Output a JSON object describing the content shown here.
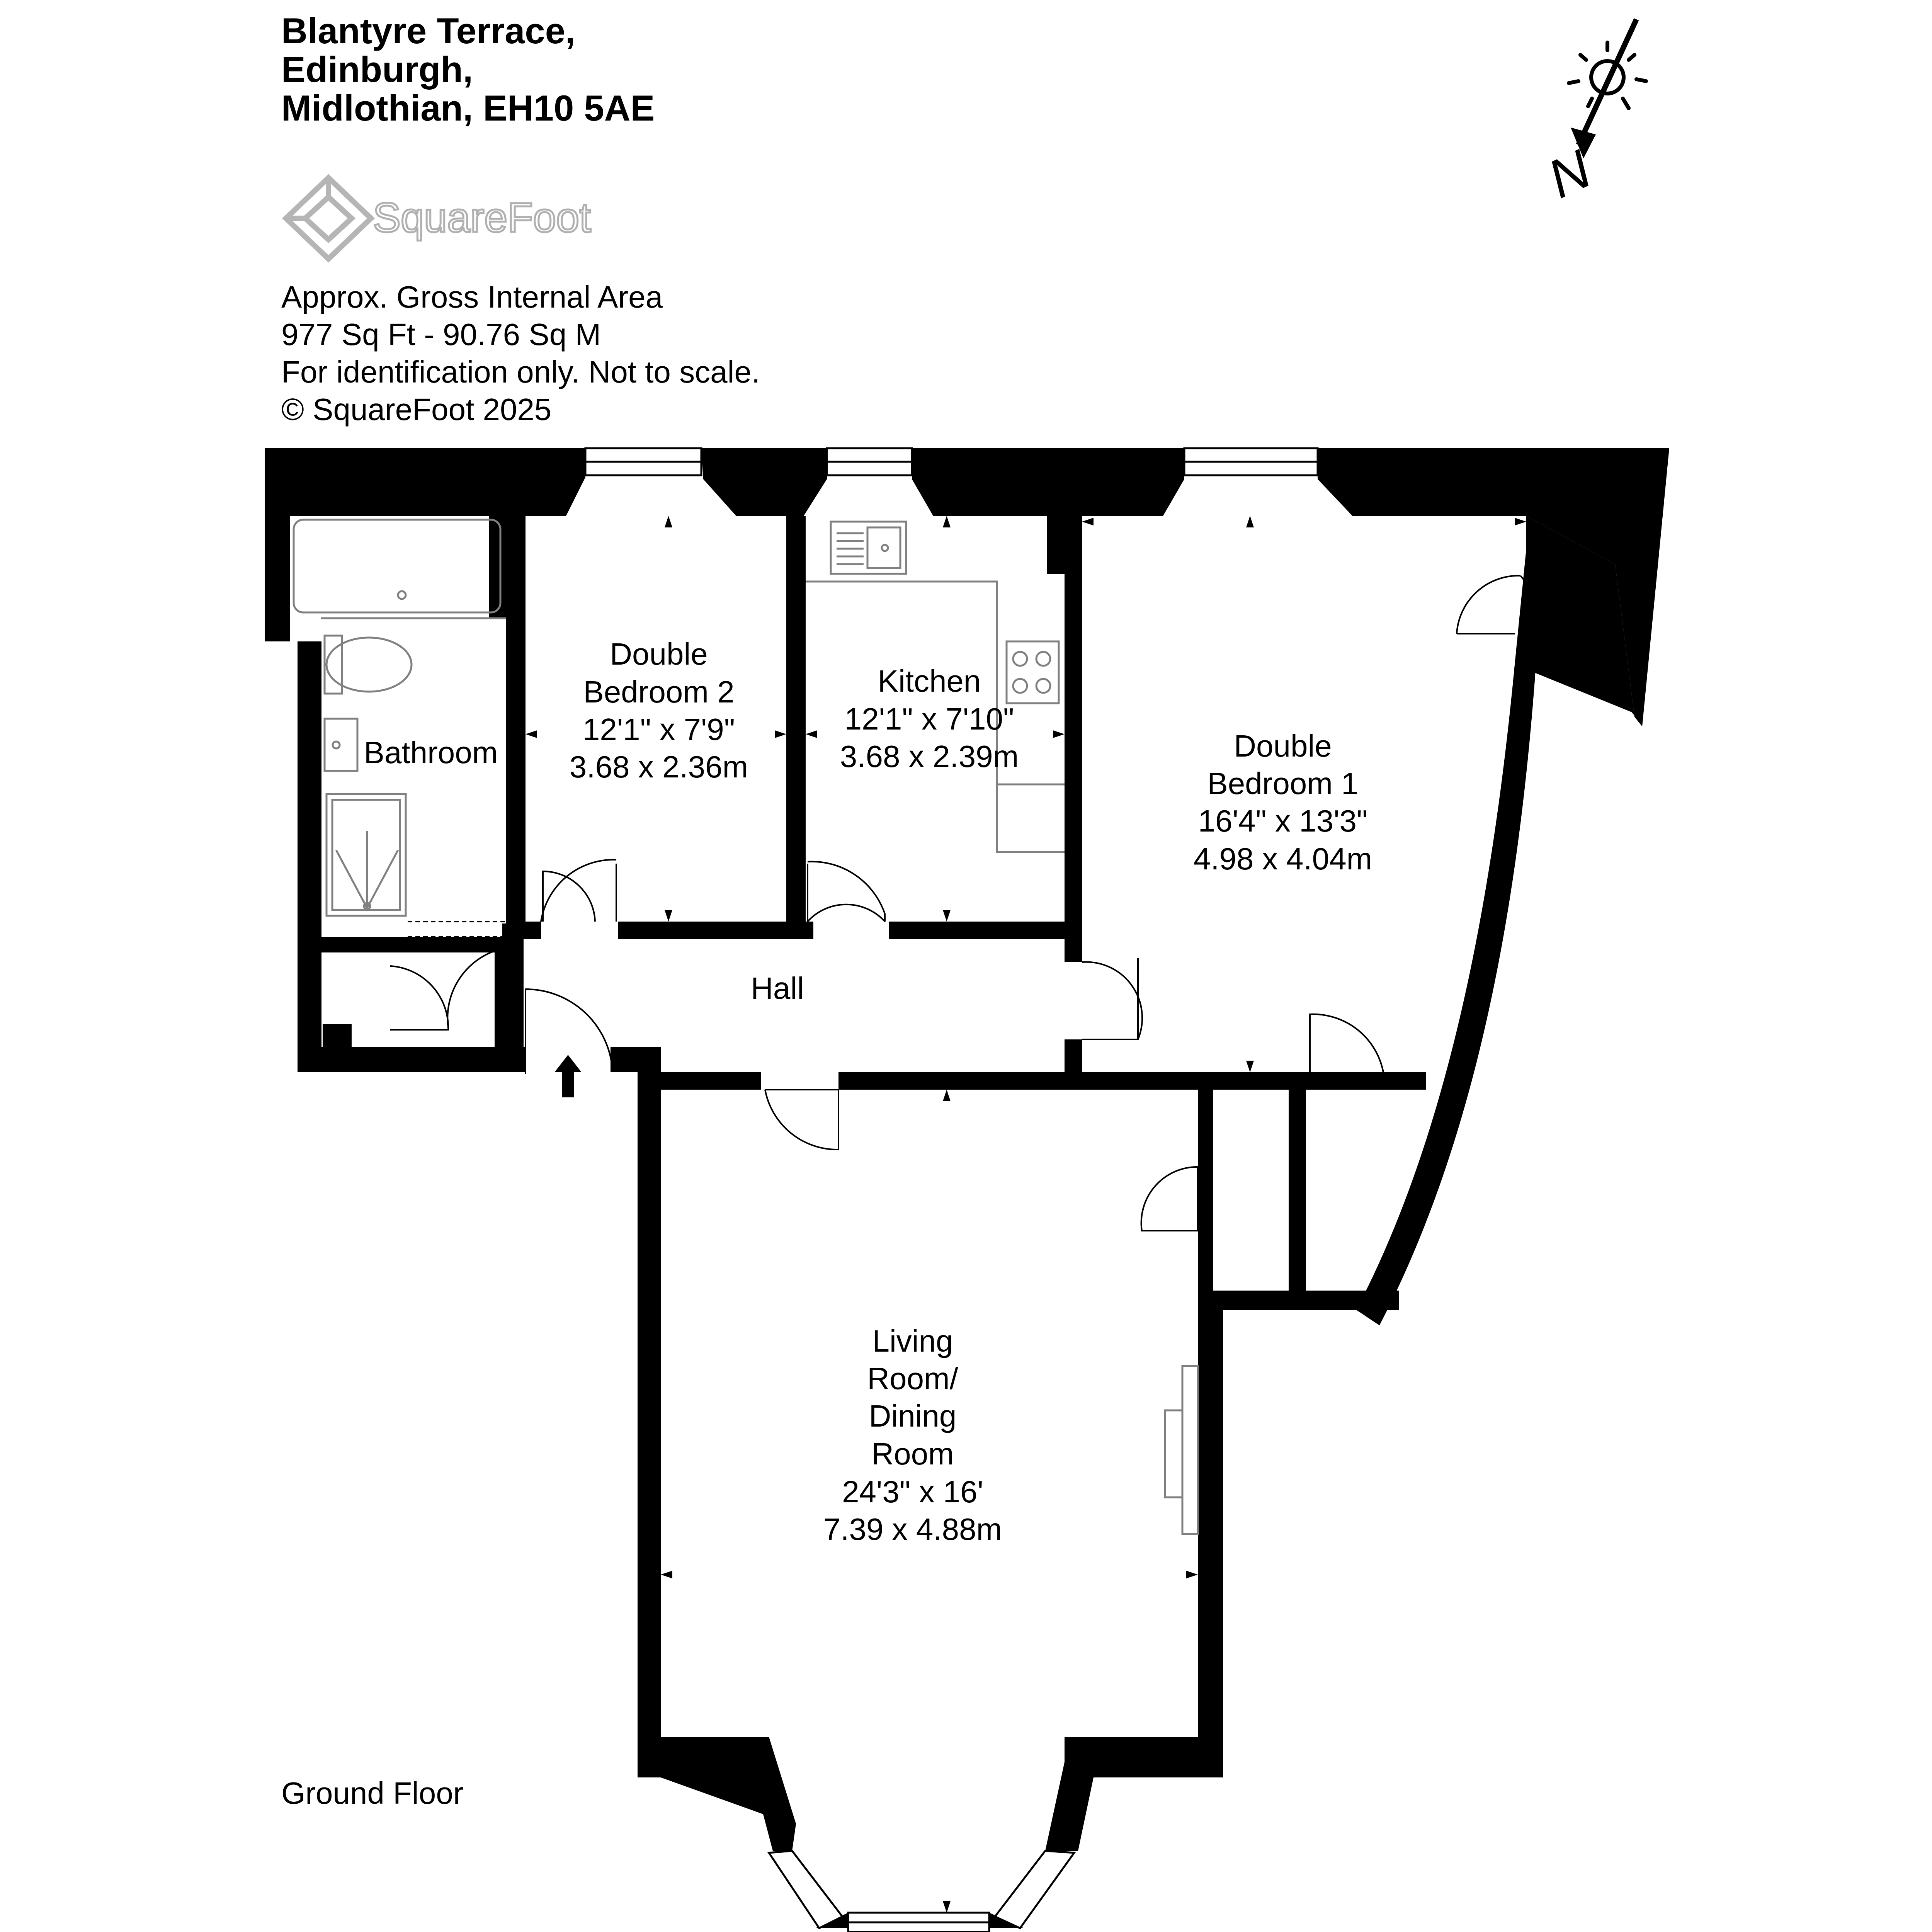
{
  "address": {
    "line1": "Blantyre Terrace,",
    "line2": "Edinburgh,",
    "line3": "Midlothian, EH10 5AE"
  },
  "logo": {
    "text": "SquareFoot",
    "icon": "squarefoot-logo-icon"
  },
  "info": {
    "area_title": "Approx. Gross Internal Area",
    "area_value": "977 Sq Ft  -  90.76 Sq M",
    "disclaimer": "For identification only. Not to scale.",
    "copyright": "© SquareFoot 2025"
  },
  "compass": {
    "label": "N",
    "icon": "sun-compass-icon"
  },
  "floor_label": "Ground Floor",
  "rooms": {
    "bathroom": {
      "name": "Bathroom"
    },
    "bedroom2": {
      "name1": "Double",
      "name2": "Bedroom 2",
      "imperial": "12'1\" x 7'9\"",
      "metric": "3.68 x 2.36m"
    },
    "kitchen": {
      "name": "Kitchen",
      "imperial": "12'1\" x 7'10\"",
      "metric": "3.68 x 2.39m"
    },
    "bedroom1": {
      "name1": "Double",
      "name2": "Bedroom 1",
      "imperial": "16'4\" x 13'3\"",
      "metric": "4.98 x 4.04m"
    },
    "hall": {
      "name": "Hall"
    },
    "living": {
      "name1": "Living",
      "name2": "Room/",
      "name3": "Dining",
      "name4": "Room",
      "imperial": "24'3\" x 16'",
      "metric": "7.39 x 4.88m"
    }
  },
  "colors": {
    "wall": "#000000",
    "fixture": "#808080",
    "logo_gray": "#b0b0b0"
  }
}
